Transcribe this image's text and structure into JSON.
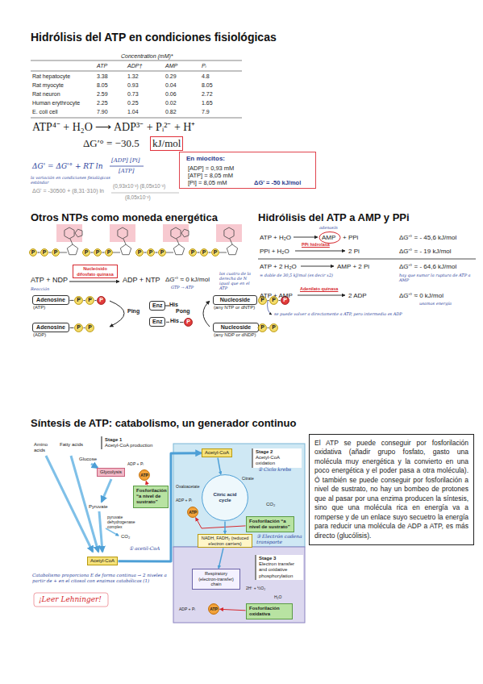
{
  "diagram": {
    "title": "Hidrólisis del ATP en condiciones fisiológicas",
    "nodes": [
      {
        "text": [
          "kJ/mol"
        ]
      },
      {
        "text": [
          "En miocitos:",
          "[ADP] = 0,93 mM",
          "[ATP] = 8,05 mM",
          "[Pi] = 8,05 mM",
          "ΔG' = -50 kJ/mol"
        ]
      },
      {
        "text": [
          "P"
        ]
      },
      {
        "text": [
          "P"
        ]
      },
      {
        "text": [
          "P"
        ]
      },
      {
        "text": [
          "P"
        ]
      },
      {
        "text": [
          "P"
        ]
      },
      {
        "text": [
          "P"
        ]
      },
      {
        "text": [
          "P"
        ]
      },
      {
        "text": [
          "P"
        ]
      },
      {
        "text": [
          "P"
        ]
      },
      {
        "text": [
          "P"
        ]
      },
      {
        "text": [
          "P"
        ]
      },
      {
        "text": [
          "P"
        ]
      },
      {
        "text": [
          "Nucleósido difosfato quinasa"
        ]
      },
      {
        "text": [
          "Adenosine",
          "(ATP)"
        ]
      },
      {
        "text": [
          "P"
        ]
      },
      {
        "text": [
          "P"
        ]
      },
      {
        "text": [
          "P"
        ]
      },
      {
        "text": [
          "Enz"
        ]
      },
      {
        "text": [
          "Nucleoside",
          "(any NTP or dNTP)"
        ]
      },
      {
        "text": [
          "P"
        ]
      },
      {
        "text": [
          "P"
        ]
      },
      {
        "text": [
          "P"
        ]
      },
      {
        "text": [
          "Adenosine",
          "(ADP)"
        ]
      },
      {
        "text": [
          "P"
        ]
      },
      {
        "text": [
          "P"
        ]
      },
      {
        "text": [
          "Enz"
        ]
      },
      {
        "text": [
          "P"
        ]
      },
      {
        "text": [
          "Nucleoside",
          "(any NDP or dNDP)"
        ]
      },
      {
        "text": [
          "P"
        ]
      },
      {
        "text": [
          "P"
        ]
      },
      {
        "text": [
          "Stage 1",
          "Acetyl-CoA production"
        ]
      },
      {
        "text": [
          "Glycolysis"
        ]
      },
      {
        "text": [
          "ATP"
        ]
      },
      {
        "text": [
          "Fosforilación “a nivel de sustrato”"
        ]
      },
      {
        "text": [
          "Acetyl-CoA"
        ]
      },
      {
        "text": [
          "Stage 2",
          "Acetyl-CoA oxidation"
        ]
      },
      {
        "text": [
          "Acetyl-CoA"
        ]
      },
      {
        "text": [
          "Citric acid cycle"
        ]
      },
      {
        "text": [
          "ATP"
        ]
      },
      {
        "text": [
          "Fosforilación “a nivel de sustrato”"
        ]
      },
      {
        "text": [
          "NADH, FADH₂ (reduced electron carriers)"
        ]
      },
      {
        "text": [
          "Stage 3",
          "Electron transfer and oxidative phosphorylation"
        ]
      },
      {
        "text": [
          "Respiratory (electron-transfer) chain"
        ]
      },
      {
        "text": [
          "ATP"
        ]
      },
      {
        "text": [
          "Fosforilación oxidativa"
        ]
      },
      {
        "text": [
          "El ATP se puede conseguir por fosforilación oxidativa (añadir grupo fosfato, gasto una molécula muy energética y la convierto en una poco energética y el poder pasa a otra molécula). Ó también se puede conseguir por fosforilación a nivel de sustrato, no hay un bombeo de protones que al pasar por una enzima producen la síntesis, sino que una molécula rica en energía va a romperse y de un enlace suyo secuetro la energía para reducir una molécula de ADP a ATP, es más directo (glucólisis)."
        ]
      }
    ],
    "edges": [
      {
        "from": 2,
        "to": 3,
        "arrow": "none"
      },
      {
        "from": 3,
        "to": 4,
        "arrow": "none"
      },
      {
        "from": 5,
        "to": 6,
        "arrow": "none"
      },
      {
        "from": 6,
        "to": 7,
        "arrow": "none"
      },
      {
        "from": 8,
        "to": 9,
        "arrow": "none"
      },
      {
        "from": 9,
        "to": 10,
        "arrow": "none"
      },
      {
        "from": 11,
        "to": 12,
        "arrow": "none"
      },
      {
        "from": 12,
        "to": 13,
        "arrow": "none"
      },
      {
        "from": 15,
        "to": 16,
        "arrow": "none"
      },
      {
        "from": 16,
        "to": 17,
        "arrow": "none"
      },
      {
        "from": 17,
        "to": 18,
        "arrow": "none"
      },
      {
        "from": 20,
        "to": 21,
        "arrow": "none"
      },
      {
        "from": 21,
        "to": 22,
        "arrow": "none"
      },
      {
        "from": 22,
        "to": 23,
        "arrow": "none"
      },
      {
        "from": 24,
        "to": 25,
        "arrow": "none"
      },
      {
        "from": 25,
        "to": 26,
        "arrow": "none"
      },
      {
        "from": 27,
        "to": 28,
        "arrow": "none"
      },
      {
        "from": 29,
        "to": 30,
        "arrow": "none"
      },
      {
        "from": 30,
        "to": 31,
        "arrow": "none"
      },
      {
        "from": 36,
        "to": 38,
        "arrow": "to"
      },
      {
        "from": 35,
        "to": 34,
        "arrow": "to"
      },
      {
        "from": 38,
        "to": 39,
        "arrow": "to"
      },
      {
        "from": 41,
        "to": 40,
        "arrow": "to"
      },
      {
        "from": 39,
        "to": 42,
        "arrow": "to"
      },
      {
        "from": 42,
        "to": 44,
        "arrow": "to"
      },
      {
        "from": 46,
        "to": 45,
        "arrow": "to"
      }
    ],
    "labels": [
      "Concentration (mM)*",
      "ATP",
      "ADP†",
      "AMP",
      "Pᵢ",
      "Rat hepatocyte",
      "3.38",
      "1.32",
      "0.29",
      "4.8",
      "Rat myocyte",
      "8.05",
      "0.93",
      "0.04",
      "8.05",
      "Rat neuron",
      "2.59",
      "0.73",
      "0.06",
      "2.72",
      "Human erythrocyte",
      "2.25",
      "0.25",
      "0.02",
      "1.65",
      "E. coli cell",
      "7.90",
      "1.04",
      "0.82",
      "7.9",
      "ATP⁴⁻ + H₂O ⟶ ADP³⁻ + Pᵢ²⁻ + H⁺",
      "ΔG′° = −30.5",
      "ΔG' = ΔG'° + RT ln",
      "[ADP] [Pi]",
      "[ATP]",
      "la variación en condiciones fisiológicas estándar",
      "ΔG' = -30500 + (8,31·310) ln",
      "(0,93x10⁻³) (8,05x10⁻³)",
      "(8,05x10⁻³)",
      "Otros NTPs como moneda energética",
      "Hidrólisis del ATP a AMP y PPi",
      "las cuatro de la derecha de N igual que en el ATP",
      "ATP + NDP",
      "ADP + NTP",
      "ΔG'° ≈ 0 kJ/mol",
      "GTP → ATP",
      "Reacción",
      "His",
      "Ping",
      "Pong",
      "His",
      "ATP + H₂O",
      "adenosín",
      "AMP",
      "+ PPi",
      "ΔG'° = - 45,6 kJ/mol",
      "PPi + H₂O",
      "PPi hidrolasa",
      "2 Pi",
      "ΔG'° = - 19 kJ/mol",
      "ATP + 2 H₂O",
      "AMP + 2 Pi",
      "ΔG'° = - 64,6 kJ/mol",
      "= doble de 30,5 kJ/mol (es decir x2)",
      "hay que sumar la ruptura de ATP a AMP",
      "ATP + AMP",
      "Adenilato quinasa",
      "2 ADP",
      "ΔG'° ≈ 0 kJ/mol",
      "usamos energía",
      "se puede volver a directamente a ATP, pero intermedio es ADP",
      "Síntesis de ATP: catabolismo, un generador continuo",
      "Amino acids",
      "Fatty acids",
      "Glucose",
      "ADP + Pᵢ",
      "Pyruvate",
      "pyruvate dehydrogenase complex",
      "CO₂",
      "① acetil-CoA",
      "Oxaloacetate",
      "Citrate",
      "② Ciclo krebs",
      "ADP + Pᵢ",
      "CO₂",
      "③ Electrón cadena transporte",
      "2H⁺ + ½O₂",
      "H₂O",
      "ADP + Pᵢ",
      "Catabolismo proporciona E de forma continua → 2 niveles a partir de + en el citosol con enzimas catabólicas (1)",
      "¡Leer Lehninger!"
    ]
  }
}
